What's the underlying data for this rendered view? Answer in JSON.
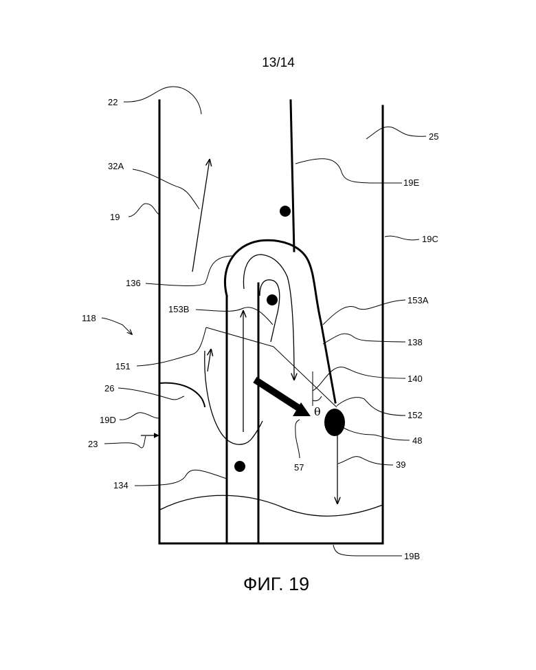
{
  "page_number": "13/14",
  "caption": "ФИГ. 19",
  "symbols": {
    "angle": "θ"
  },
  "labels": {
    "l22": "22",
    "l25": "25",
    "l32A": "32A",
    "l19E": "19E",
    "l19": "19",
    "l19C": "19C",
    "l136": "136",
    "l153A": "153A",
    "l153B": "153B",
    "l118": "118",
    "l138": "138",
    "l151": "151",
    "l140": "140",
    "l26": "26",
    "l152": "152",
    "l19D": "19D",
    "l48": "48",
    "l23": "23",
    "l57": "57",
    "l39": "39",
    "l134": "134",
    "l19B": "19B"
  }
}
